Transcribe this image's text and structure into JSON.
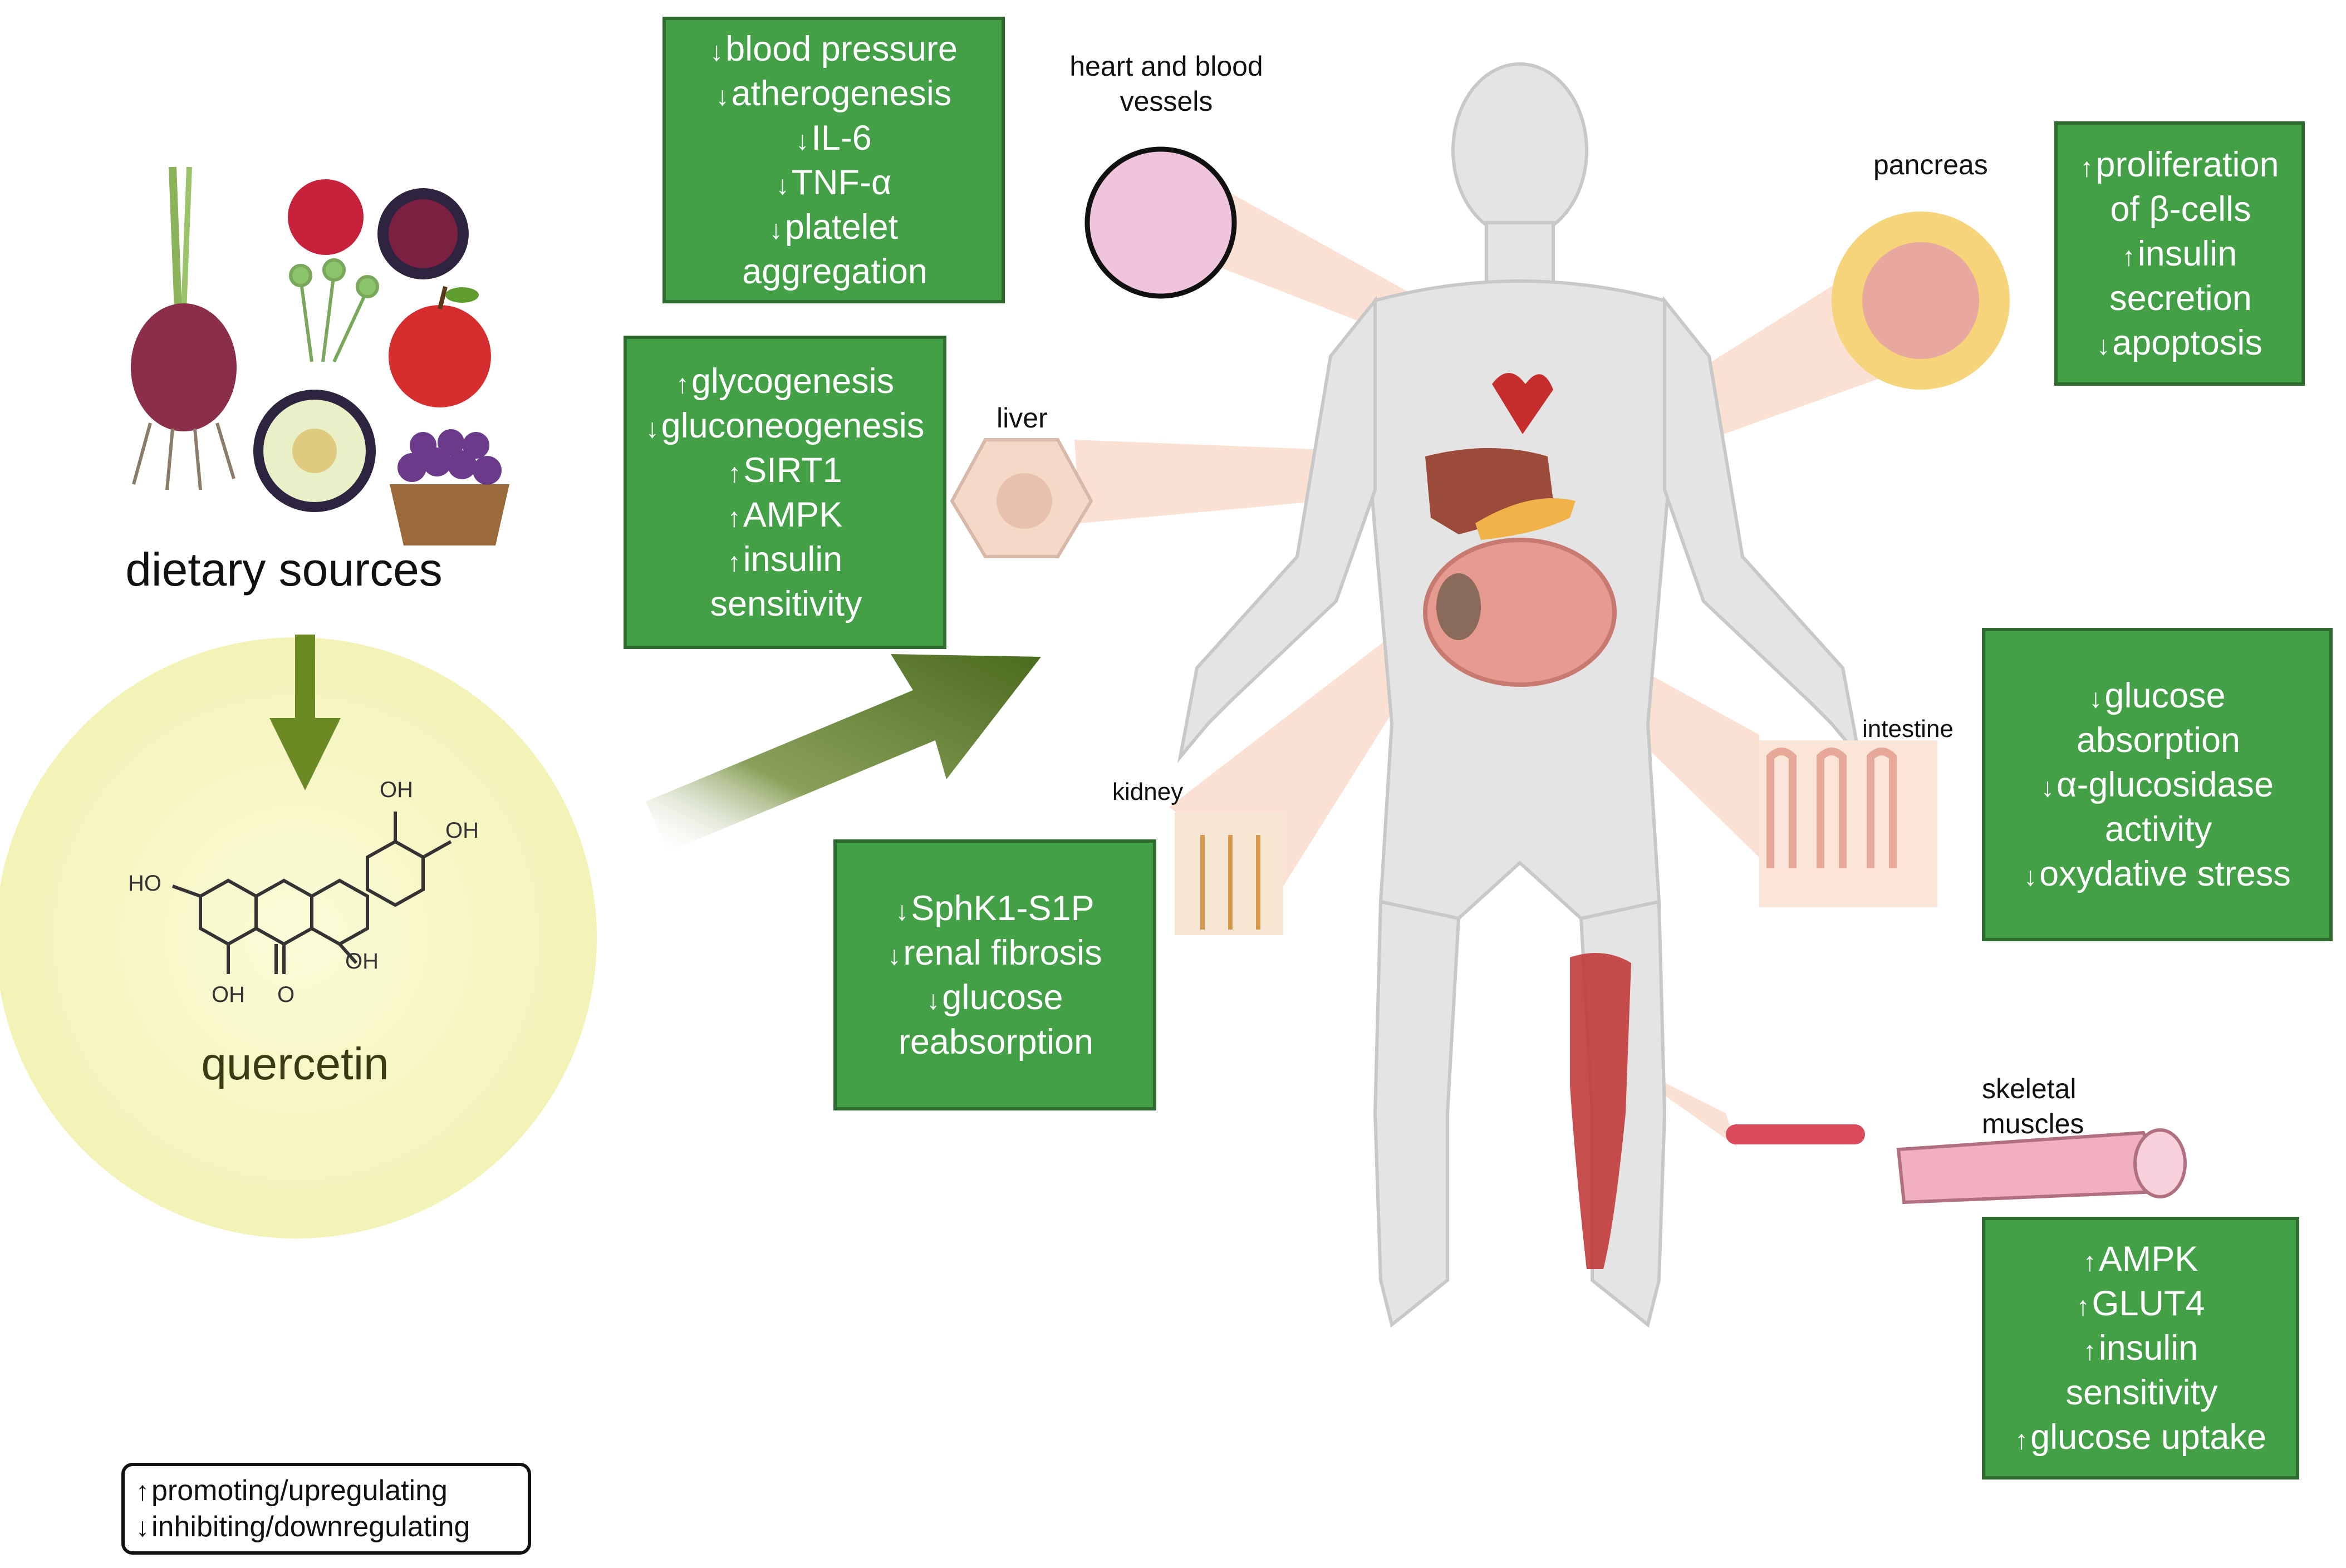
{
  "dietary_sources_label": "dietary sources",
  "quercetin_label": "quercetin",
  "molecule": {
    "oh_labels": [
      "OH",
      "OH",
      "HO",
      "OH",
      "OH"
    ],
    "o_label": "O"
  },
  "organs": {
    "heart": [
      "heart and blood",
      "vessels"
    ],
    "liver": "liver",
    "pancreas": "pancreas",
    "intestine": "intestine",
    "kidney": "kidney",
    "muscles": [
      "skeletal",
      "muscles"
    ]
  },
  "boxes": {
    "cardio": [
      {
        "arrow": "↓",
        "text": "blood pressure"
      },
      {
        "arrow": "↓",
        "text": "atherogenesis"
      },
      {
        "arrow": "↓",
        "text": "IL-6"
      },
      {
        "arrow": "↓",
        "text": "TNF-α"
      },
      {
        "arrow": "↓",
        "text": "platelet"
      },
      {
        "arrow": "",
        "text": "aggregation"
      }
    ],
    "liver": [
      {
        "arrow": "↑",
        "text": "glycogenesis"
      },
      {
        "arrow": "↓",
        "text": "gluconeogenesis"
      },
      {
        "arrow": "↑",
        "text": "SIRT1"
      },
      {
        "arrow": "↑",
        "text": "AMPK"
      },
      {
        "arrow": "↑",
        "text": "insulin"
      },
      {
        "arrow": "",
        "text": "sensitivity"
      }
    ],
    "pancreas": [
      {
        "arrow": "↑",
        "text": "proliferation"
      },
      {
        "arrow": "",
        "text": "of β-cells"
      },
      {
        "arrow": "↑",
        "text": "insulin"
      },
      {
        "arrow": "",
        "text": "secretion"
      },
      {
        "arrow": "↓",
        "text": "apoptosis"
      }
    ],
    "intestine": [
      {
        "arrow": "↓",
        "text": "glucose"
      },
      {
        "arrow": "",
        "text": "absorption"
      },
      {
        "arrow": "↓",
        "text": "α-glucosidase"
      },
      {
        "arrow": "",
        "text": "activity"
      },
      {
        "arrow": "↓",
        "text": "oxydative stress"
      }
    ],
    "kidney": [
      {
        "arrow": "↓",
        "text": "SphK1-S1P"
      },
      {
        "arrow": "↓",
        "text": "renal fibrosis"
      },
      {
        "arrow": "↓",
        "text": "glucose"
      },
      {
        "arrow": "",
        "text": "reabsorption"
      }
    ],
    "muscle": [
      {
        "arrow": "↑",
        "text": "AMPK"
      },
      {
        "arrow": "↑",
        "text": "GLUT4"
      },
      {
        "arrow": "↑",
        "text": "insulin"
      },
      {
        "arrow": "",
        "text": "sensitivity"
      },
      {
        "arrow": "↑",
        "text": "glucose uptake"
      }
    ]
  },
  "legend": [
    {
      "arrow": "↑",
      "text": "promoting/upregulating"
    },
    {
      "arrow": "↓",
      "text": "inhibiting/downregulating"
    }
  ]
}
